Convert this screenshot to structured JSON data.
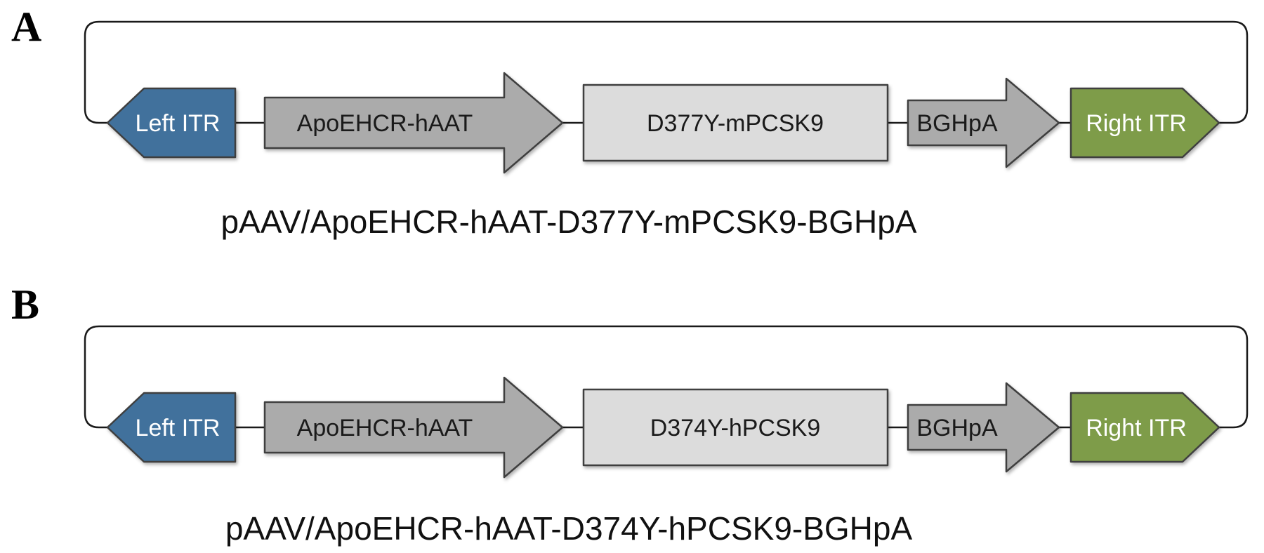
{
  "figure": {
    "type": "plasmid-construct-diagram",
    "background": "#ffffff"
  },
  "colors": {
    "itr_left_fill": "#41719C",
    "itr_right_fill": "#7E9C49",
    "arrow_fill": "#ABABAB",
    "transgene_fill": "#DCDCDC",
    "outline": "#3F3F3F",
    "backbone": "#1A1A1A",
    "label_dark": "#1A1A1A",
    "label_light": "#FFFFFF"
  },
  "panels": [
    {
      "letter": "A",
      "elements": {
        "left_itr": "Left ITR",
        "promoter": "ApoEHCR-hAAT",
        "transgene": "D377Y-mPCSK9",
        "polya": "BGHpA",
        "right_itr": "Right ITR"
      },
      "caption": "pAAV/ApoEHCR-hAAT-D377Y-mPCSK9-BGHpA"
    },
    {
      "letter": "B",
      "elements": {
        "left_itr": "Left ITR",
        "promoter": "ApoEHCR-hAAT",
        "transgene": "D374Y-hPCSK9",
        "polya": "BGHpA",
        "right_itr": "Right ITR"
      },
      "caption": "pAAV/ApoEHCR-hAAT-D374Y-hPCSK9-BGHpA"
    }
  ]
}
